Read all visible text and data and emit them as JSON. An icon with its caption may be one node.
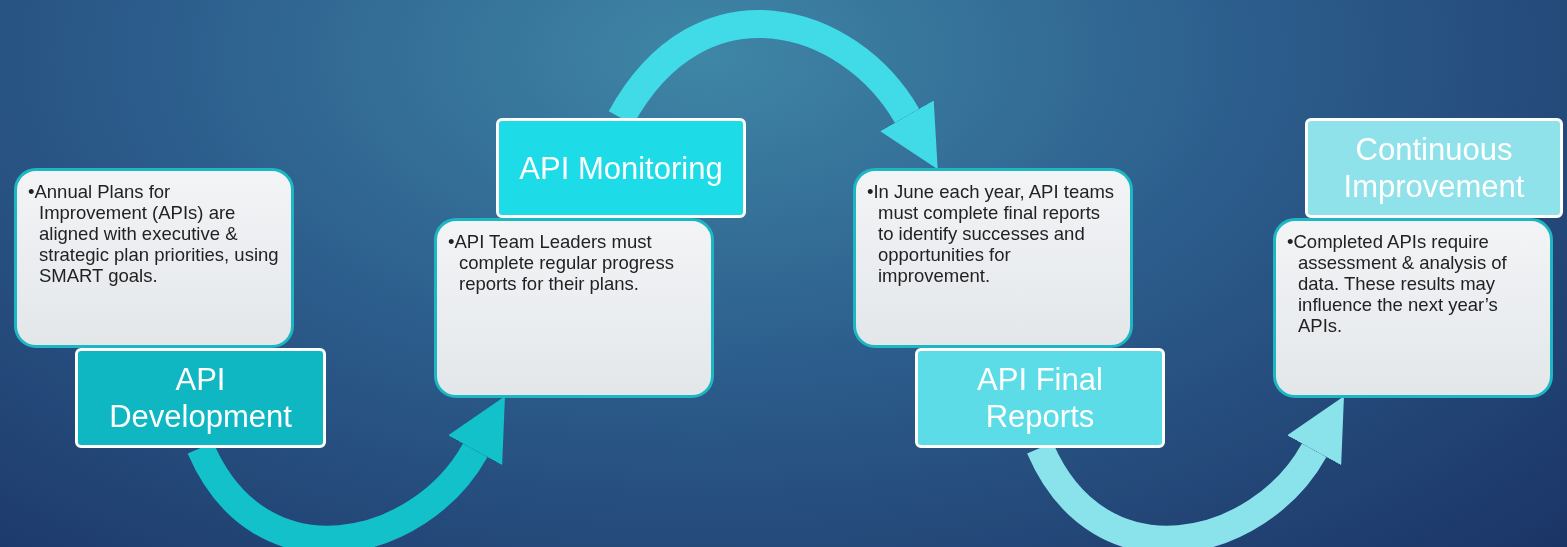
{
  "diagram": {
    "nodes": [
      {
        "text": [
          "•Annual Plans for Improvement (APIs) are aligned with executive & strategic plan priorities, using SMART goals."
        ]
      },
      {
        "text": [
          "API Development"
        ]
      },
      {
        "text": [
          "•API Team Leaders must complete regular progress reports for their plans."
        ]
      },
      {
        "text": [
          "API Monitoring"
        ]
      },
      {
        "text": [
          "•In June each year, API teams must complete final reports to identify successes and opportunities for improvement."
        ]
      },
      {
        "text": [
          "API Final Reports"
        ]
      },
      {
        "text": [
          "•Completed APIs require assessment & analysis of data. These results may influence the next year’s APIs."
        ]
      },
      {
        "text": [
          "Continuous Improvement"
        ]
      }
    ],
    "edges": [
      {
        "from": 1,
        "to": 2,
        "arrow": "to",
        "color": "#13c1cb"
      },
      {
        "from": 3,
        "to": 4,
        "arrow": "to",
        "color": "#40dbe6"
      },
      {
        "from": 5,
        "to": 6,
        "arrow": "to",
        "color": "#8ae3ea"
      }
    ]
  }
}
